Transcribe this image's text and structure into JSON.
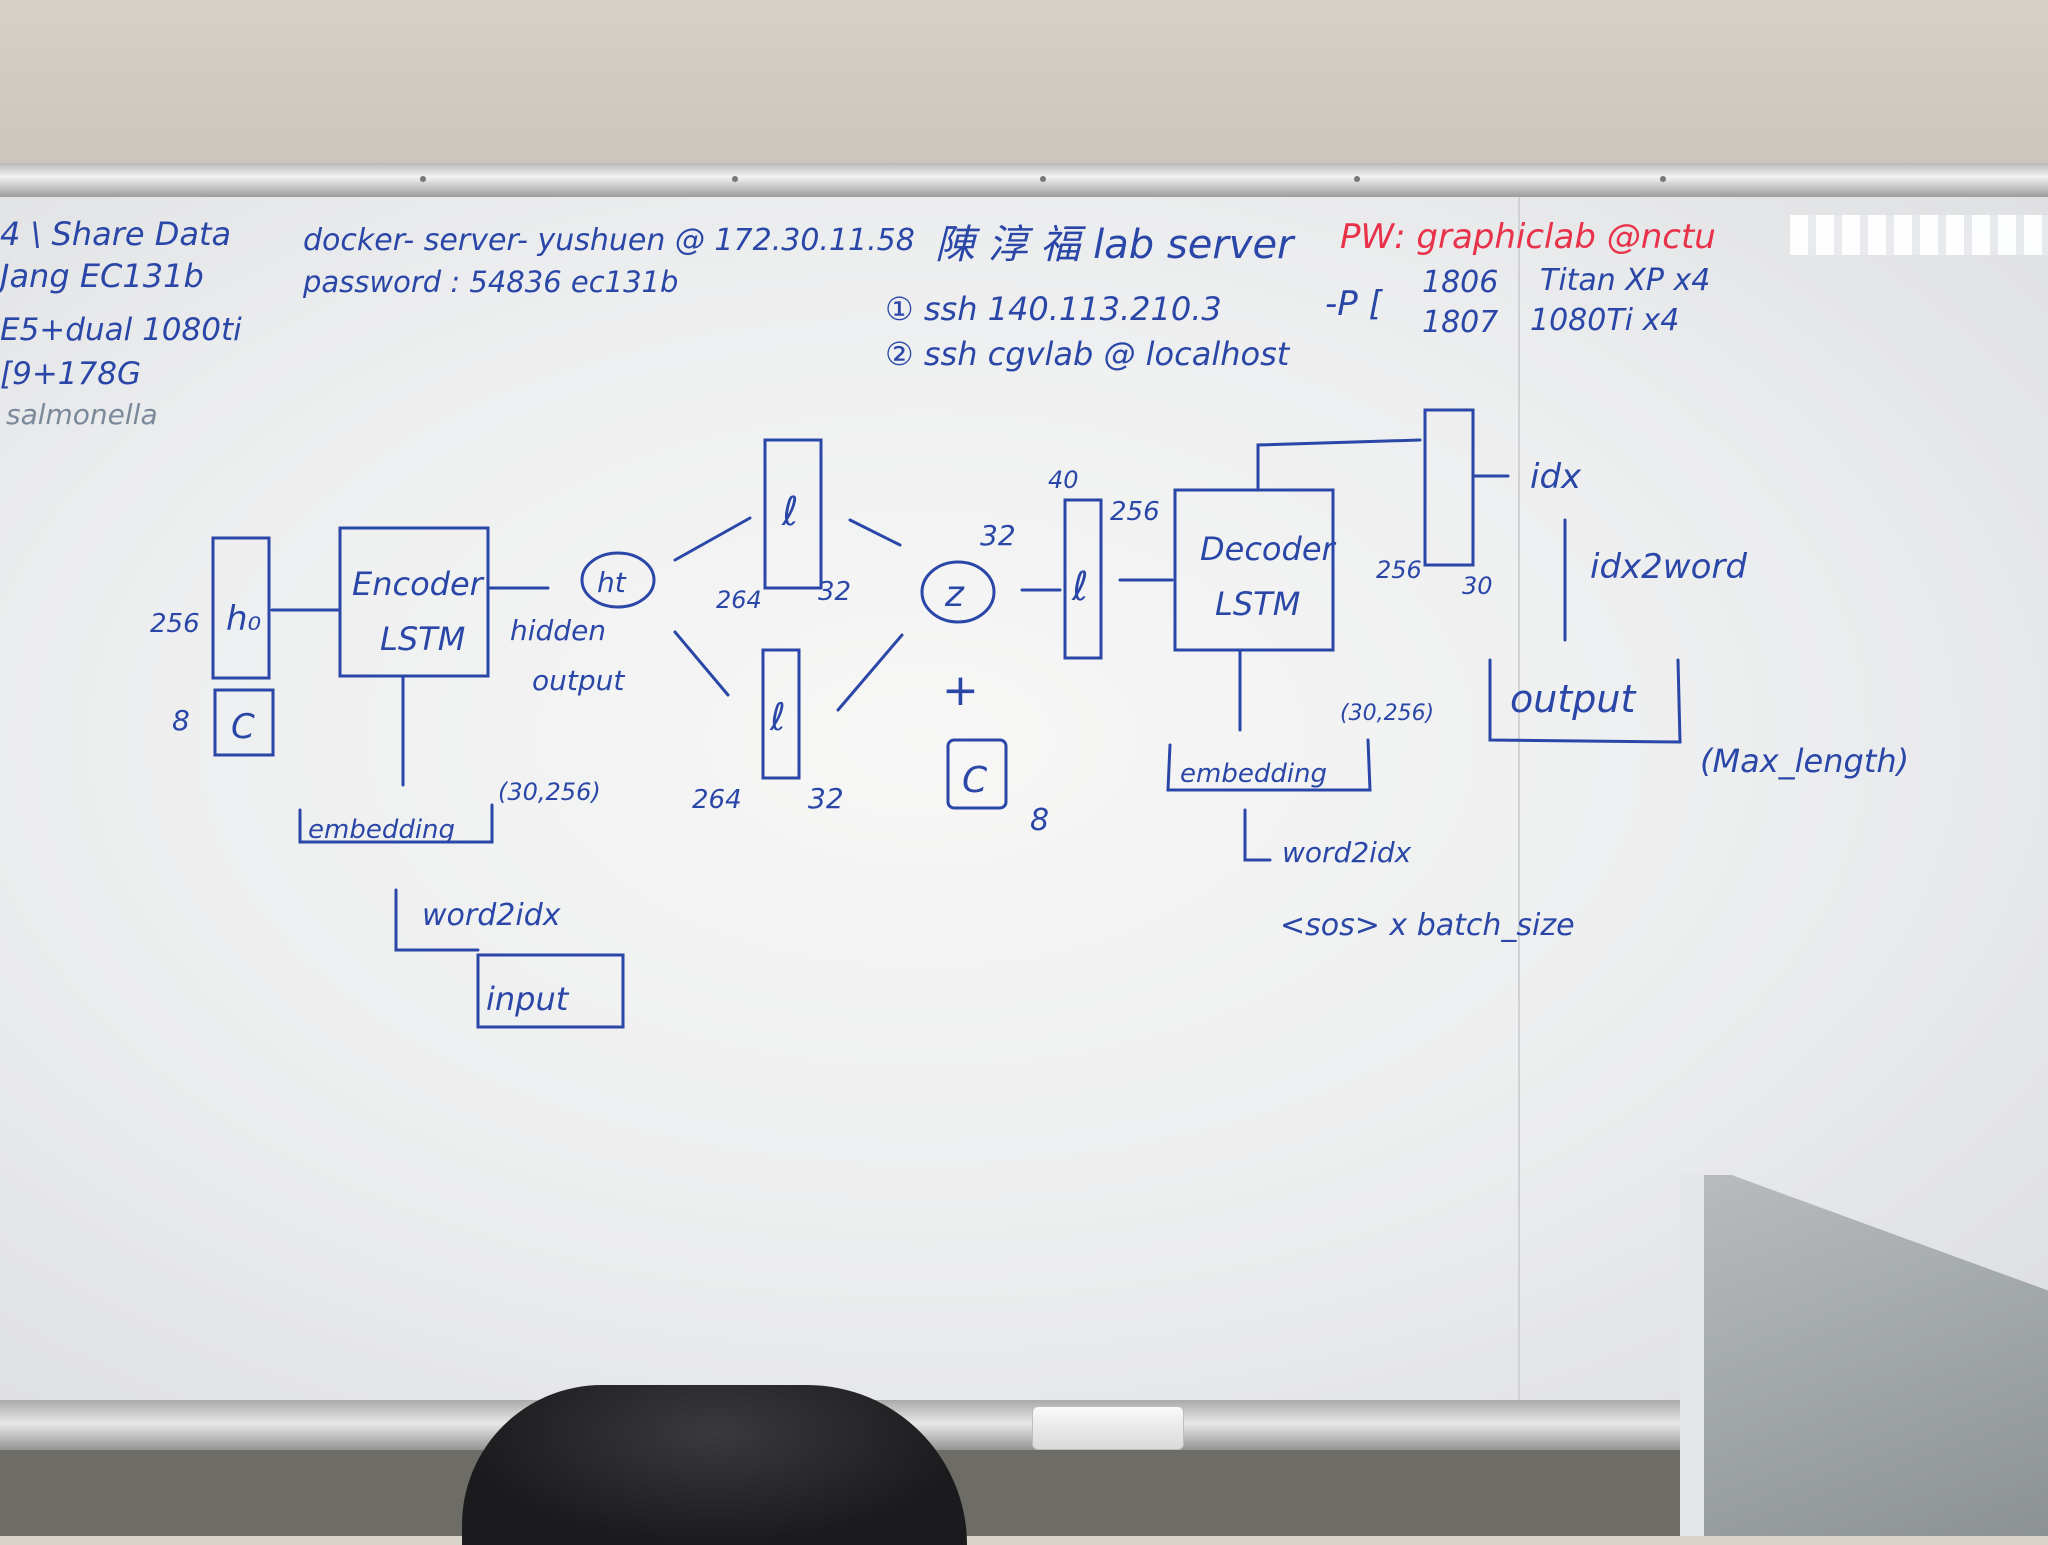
{
  "board": {
    "top_left": {
      "line1": "4 \\ Share Data",
      "line2": "Jang EC131b",
      "line3": "E5+dual 1080ti",
      "line4": "[9+178G",
      "line5": "salmonella"
    },
    "docker": {
      "line1": "docker- server- yushuen @ 172.30.11.58",
      "line2": "password : 54836 ec131b"
    },
    "lab": {
      "title": "陳 淳 福  lab server",
      "ssh1": "① ssh  140.113.210.3",
      "ssh2": "② ssh  cgvlab @ localhost"
    },
    "pw": {
      "text": "PW: graphiclab @nctu",
      "p_label": "-P [",
      "port1": "1806",
      "port2": "1807",
      "gpu1": "Titan  XP x4",
      "gpu2": "1080Ti  x4"
    },
    "diagram": {
      "h0_box": "h₀",
      "h0_dim": "256",
      "c_box": "C",
      "c_dim": "8",
      "encoder_line1": "Encoder",
      "encoder_line2": "LSTM",
      "hidden_output_line1": "hidden",
      "hidden_output_line2": "output",
      "ht": "ht",
      "embedding_left": "embedding",
      "embedding_left_dim": "(30,256)",
      "word2idx_left": "word2idx",
      "input": "input",
      "linear_symbol": "ℓ",
      "dim_264_top": "264",
      "dim_32_top": "32",
      "dim_264_bottom": "264",
      "dim_32_bottom": "32",
      "z": "z",
      "plus": "+",
      "c_mid": "C",
      "c_mid_dim": "8",
      "dim_32_right": "32",
      "dim_40": "40",
      "dim_256_decoder": "256",
      "decoder_line1": "Decoder",
      "decoder_line2": "LSTM",
      "dim_256_out": "256",
      "dim_30_out": "30",
      "idx": "idx",
      "idx2word": "idx2word",
      "output": "output",
      "output_dim": "(30,256)",
      "max_length": "(Max_length)",
      "embedding_right": "embedding",
      "word2idx_right": "word2idx",
      "sos": "<sos> x batch_size"
    }
  },
  "colors": {
    "marker_blue": "#2a47a8",
    "marker_red": "#e8324a",
    "board_white": "#f2f3f4"
  }
}
